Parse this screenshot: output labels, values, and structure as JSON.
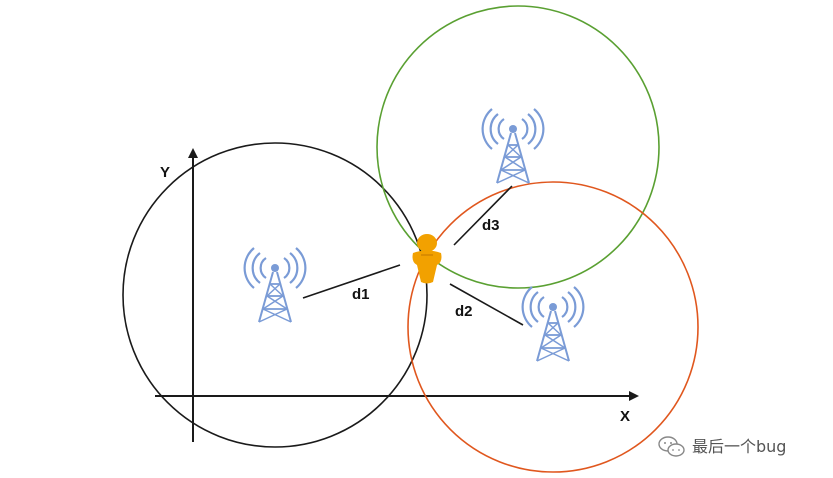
{
  "axes": {
    "x_label": "X",
    "y_label": "Y"
  },
  "distances": {
    "d1": "d1",
    "d2": "d2",
    "d3": "d3"
  },
  "colors": {
    "circle_1": "#1a1a1a",
    "circle_2": "#e0571e",
    "circle_3": "#5aa032",
    "tower": "#7a9bd6",
    "target": "#f2a100",
    "axis": "#1a1a1a"
  },
  "watermark": {
    "text": "最后一个bug",
    "icon": "wechat-icon"
  }
}
